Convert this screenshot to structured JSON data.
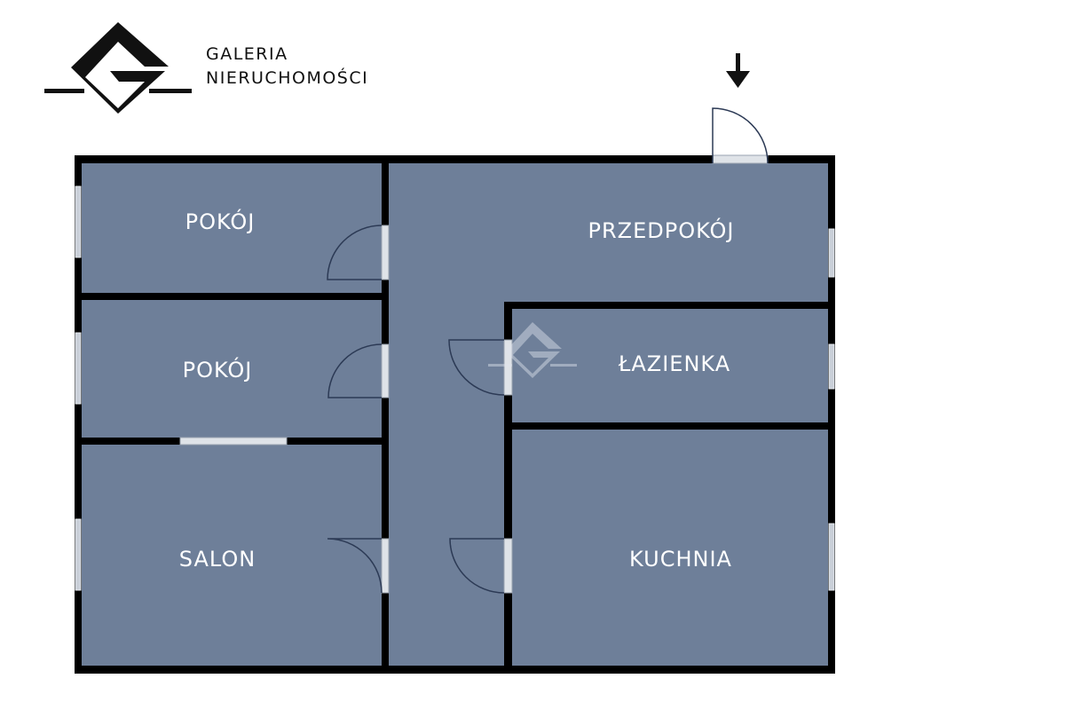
{
  "brand": {
    "line1": "GALERIA",
    "line2": "NIERUCHOMOŚCI"
  },
  "rooms": [
    {
      "label": "POKÓJ"
    },
    {
      "label": "POKÓJ"
    },
    {
      "label": "SALON"
    },
    {
      "label": "PRZEDPOKÓJ"
    },
    {
      "label": "ŁAZIENKA"
    },
    {
      "label": "KUCHNIA"
    }
  ],
  "entrance_icon": "arrow-down-icon",
  "colors": {
    "room_fill": "#6e7f99",
    "wall": "#000000"
  }
}
